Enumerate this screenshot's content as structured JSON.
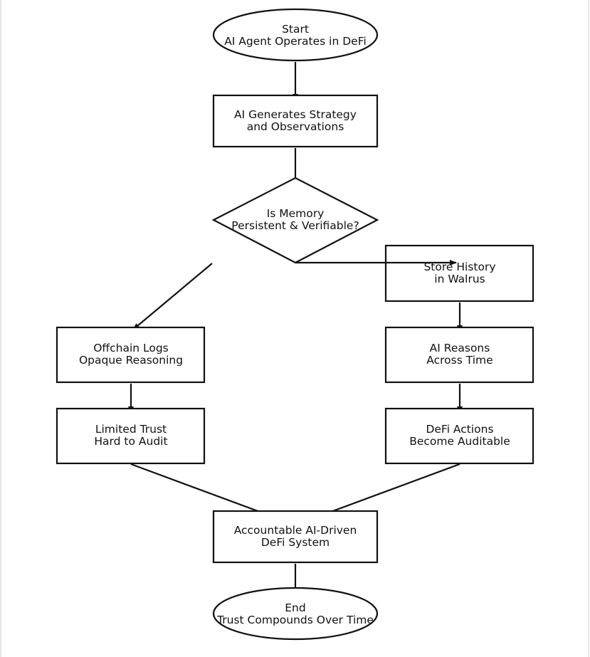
{
  "diagram": {
    "type": "flowchart",
    "stroke_color": "#111111",
    "background": "#ffffff",
    "nodes": {
      "start": {
        "shape": "ellipse",
        "lines": [
          "Start",
          "AI Agent Operates in DeFi"
        ]
      },
      "generate": {
        "shape": "rectangle",
        "lines": [
          "AI Generates Strategy",
          "and Observations"
        ]
      },
      "decision": {
        "shape": "diamond",
        "lines": [
          "Is Memory",
          "Persistent & Verifiable?"
        ]
      },
      "store": {
        "shape": "rectangle",
        "lines": [
          "Store History",
          "in Walrus"
        ]
      },
      "offchain": {
        "shape": "rectangle",
        "lines": [
          "Offchain Logs",
          "Opaque Reasoning"
        ]
      },
      "reasons": {
        "shape": "rectangle",
        "lines": [
          "AI Reasons",
          "Across Time"
        ]
      },
      "limited": {
        "shape": "rectangle",
        "lines": [
          "Limited Trust",
          "Hard to Audit"
        ]
      },
      "auditable": {
        "shape": "rectangle",
        "lines": [
          "DeFi Actions",
          "Become Auditable"
        ]
      },
      "accountable": {
        "shape": "rectangle",
        "lines": [
          "Accountable AI-Driven",
          "DeFi System"
        ]
      },
      "end": {
        "shape": "ellipse",
        "lines": [
          "End",
          "Trust Compounds Over Time"
        ]
      }
    },
    "edges": [
      {
        "from": "start",
        "to": "generate"
      },
      {
        "from": "generate",
        "to": "decision"
      },
      {
        "from": "decision",
        "to": "store"
      },
      {
        "from": "decision",
        "to": "offchain"
      },
      {
        "from": "store",
        "to": "reasons"
      },
      {
        "from": "offchain",
        "to": "limited"
      },
      {
        "from": "reasons",
        "to": "auditable"
      },
      {
        "from": "limited",
        "to": "accountable"
      },
      {
        "from": "auditable",
        "to": "accountable"
      },
      {
        "from": "accountable",
        "to": "end"
      }
    ]
  }
}
